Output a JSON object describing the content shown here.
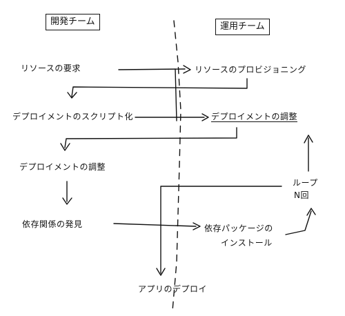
{
  "headers": {
    "dev_team": "開発チーム",
    "ops_team": "運用チーム"
  },
  "steps": {
    "resource_request": "リソースの要求",
    "resource_provisioning": "リソースのプロビジョニング",
    "deploy_scripting": "デプロイメントのスクリプト化",
    "deploy_adjust_ops": "デプロイメントの調整",
    "deploy_adjust_dev": "デプロイメントの調整",
    "dependency_discovery": "依存関係の発見",
    "package_install_1": "依存パッケージの",
    "package_install_2": "インストール",
    "loop_1": "ループ",
    "loop_2": "N回",
    "app_deploy": "アプリのデプロイ"
  },
  "colors": {
    "ink": "#111111",
    "paper": "#ffffff"
  }
}
